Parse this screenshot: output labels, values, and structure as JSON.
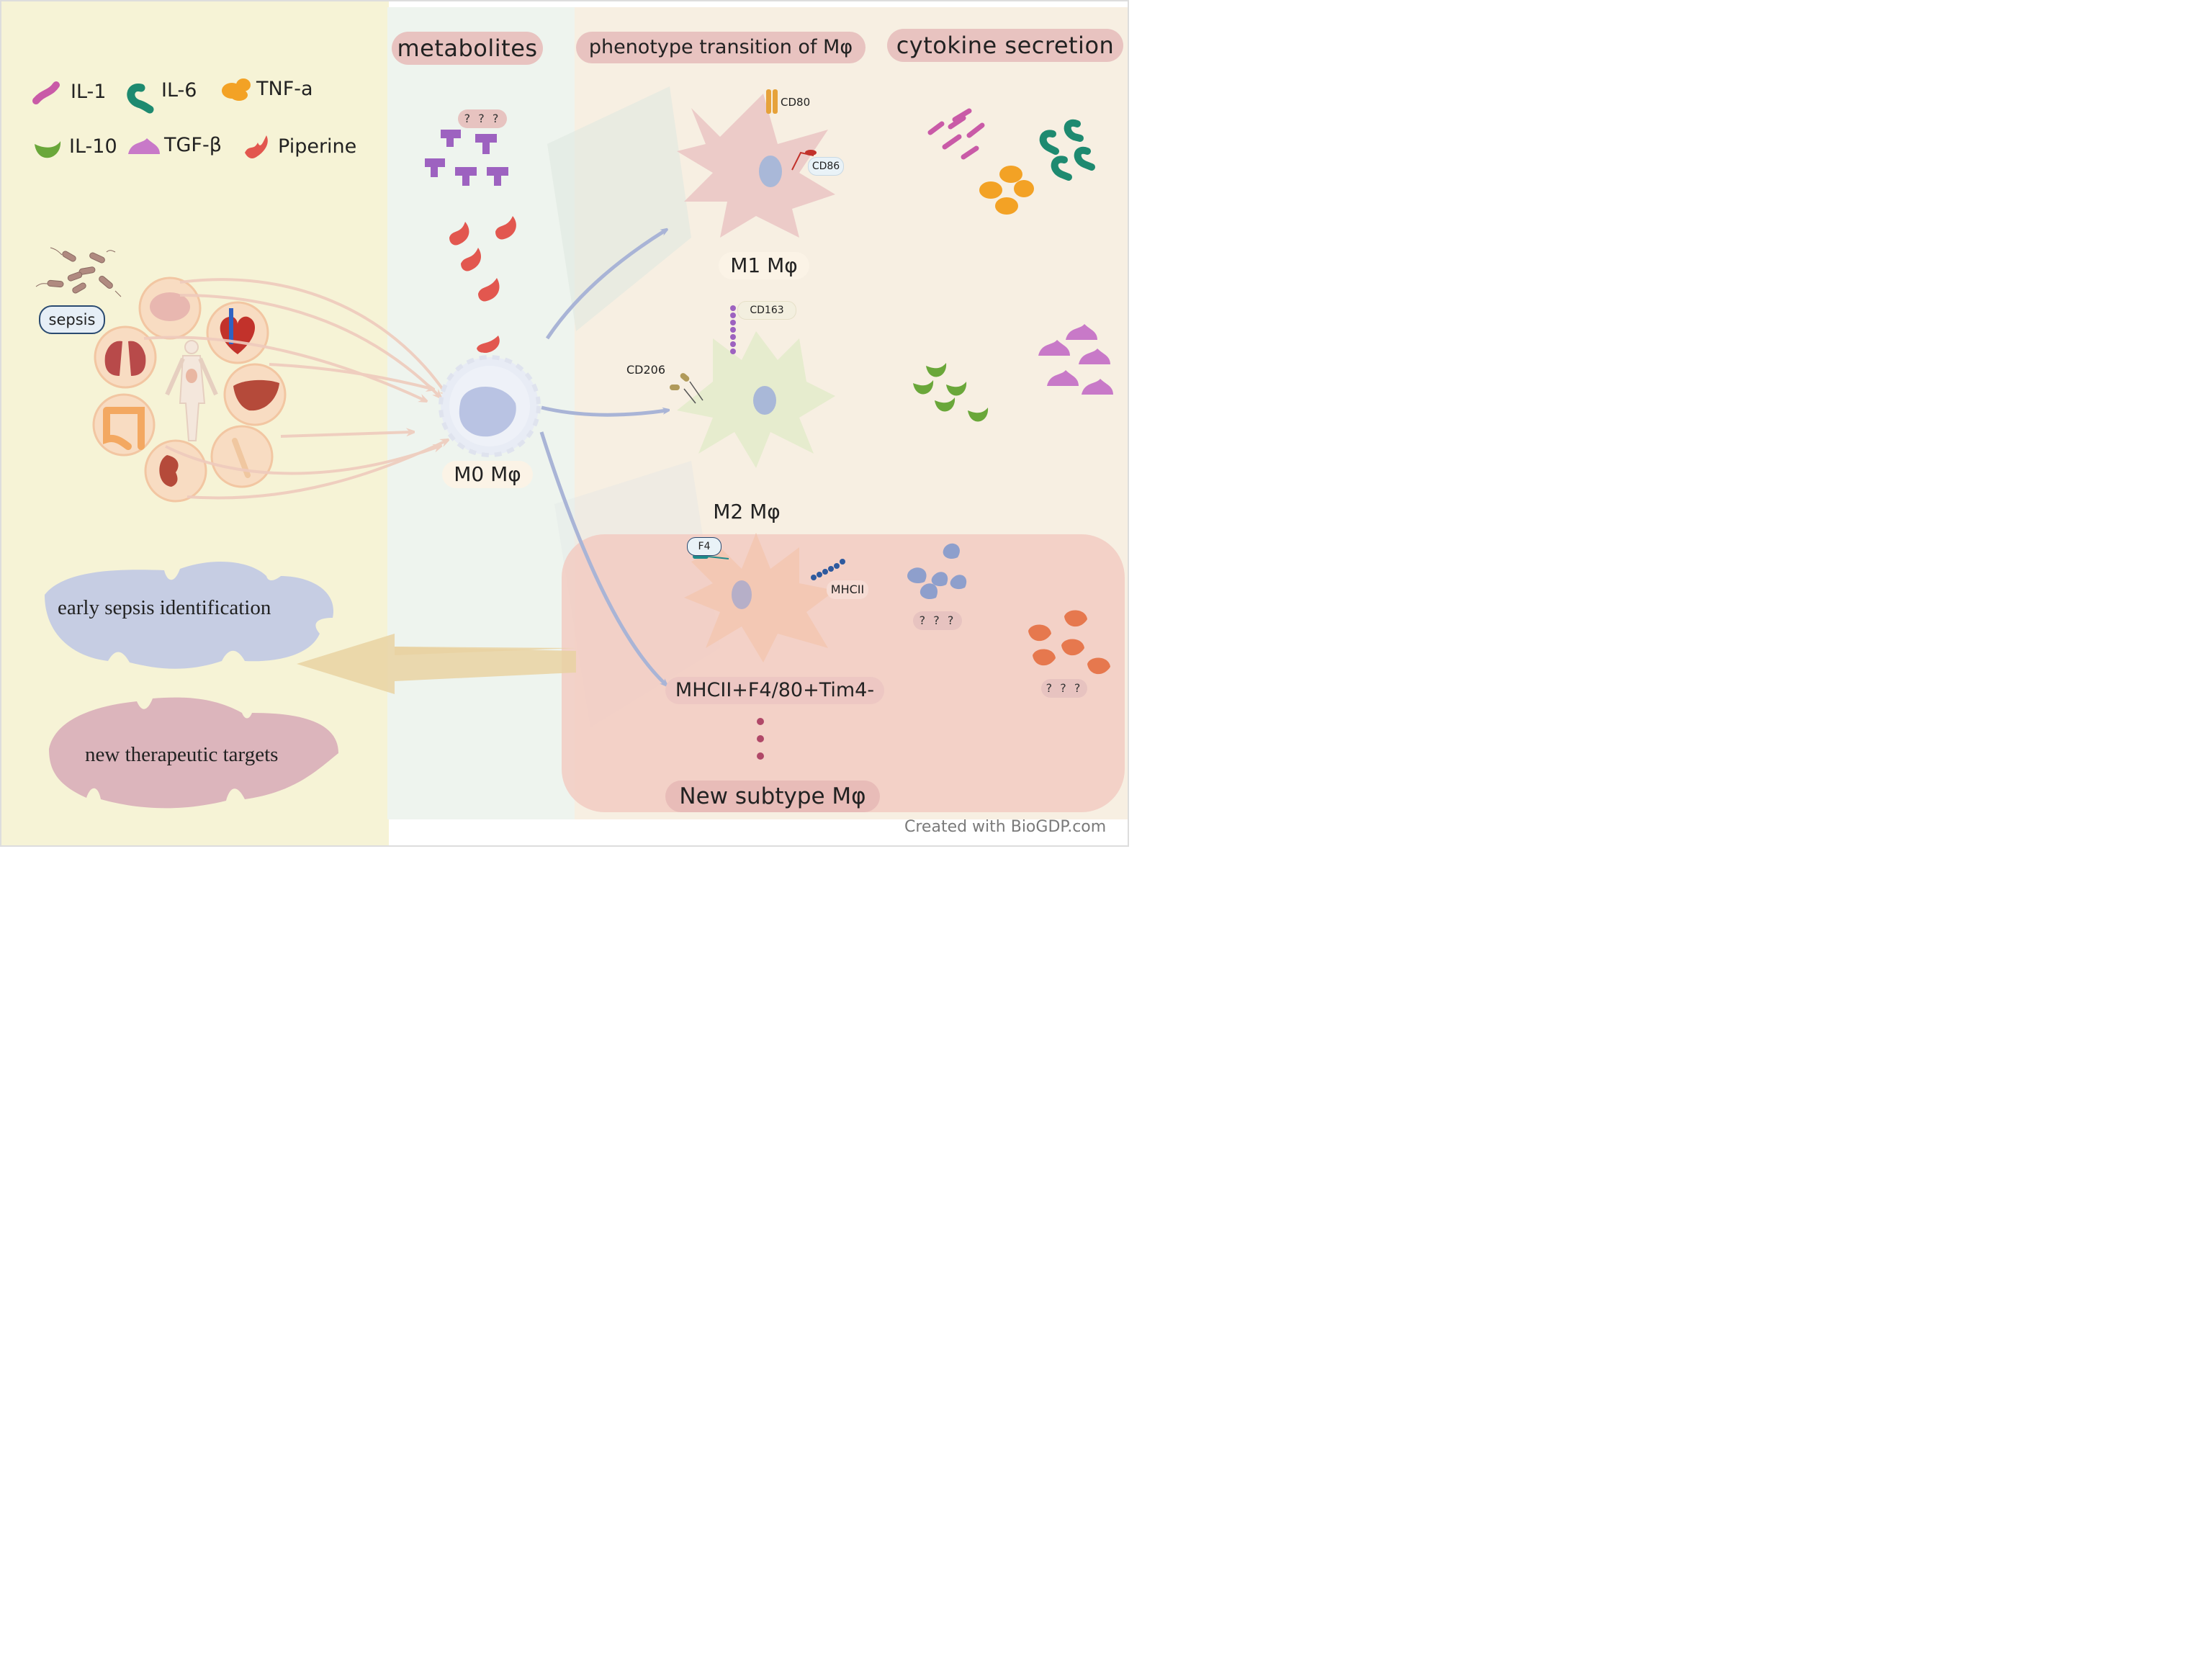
{
  "sections": {
    "metabolites": "metabolites",
    "phenotype": "phenotype transition of Mφ",
    "cytokine": "cytokine secretion"
  },
  "legend": [
    {
      "label": "IL-1",
      "color": "#c95aa7"
    },
    {
      "label": "IL-6",
      "color": "#1e8a70"
    },
    {
      "label": "TNF-a",
      "color": "#f3a225"
    },
    {
      "label": "IL-10",
      "color": "#6aa73a"
    },
    {
      "label": "TGF-β",
      "color": "#c879c8"
    },
    {
      "label": "Piperine",
      "color": "#e2574f"
    }
  ],
  "sepsis_label": "sepsis",
  "unknown_label": "? ? ?",
  "cells": {
    "m0": "M0 Mφ",
    "m1": "M1 Mφ",
    "m2": "M2 Mφ",
    "new_marker_combo": "MHCII+F4/80+Tim4-",
    "new_subtype": "New subtype Mφ"
  },
  "markers": {
    "cd80": "CD80",
    "cd86": "CD86",
    "cd163": "CD163",
    "cd206": "CD206",
    "f4": "F4",
    "mhcii": "MHCII"
  },
  "outcomes": {
    "early": "early sepsis identification",
    "therapeutic": "new therapeutic targets"
  },
  "credit": "Created with BioGDP.com",
  "colors": {
    "left_panel": "#f6f3d6",
    "middle_panel": "#eef5ef",
    "right_panel": "#f7efe0",
    "new_subtype_box": "#f2cbc2",
    "header_pill": "#e8c3c0",
    "m1_cell": "#eccbc8",
    "m2_cell": "#e6ecce",
    "new_cell": "#f3c8b4",
    "nucleus": "#a9b8d8",
    "metabolite_purple": "#9d62c0",
    "unknown_blue": "#8e9fcc",
    "unknown_orange": "#e6784e",
    "leaf_blue": "#c6cde3",
    "leaf_pink": "#dcb5bc",
    "big_arrow": "#e9d2a2"
  }
}
